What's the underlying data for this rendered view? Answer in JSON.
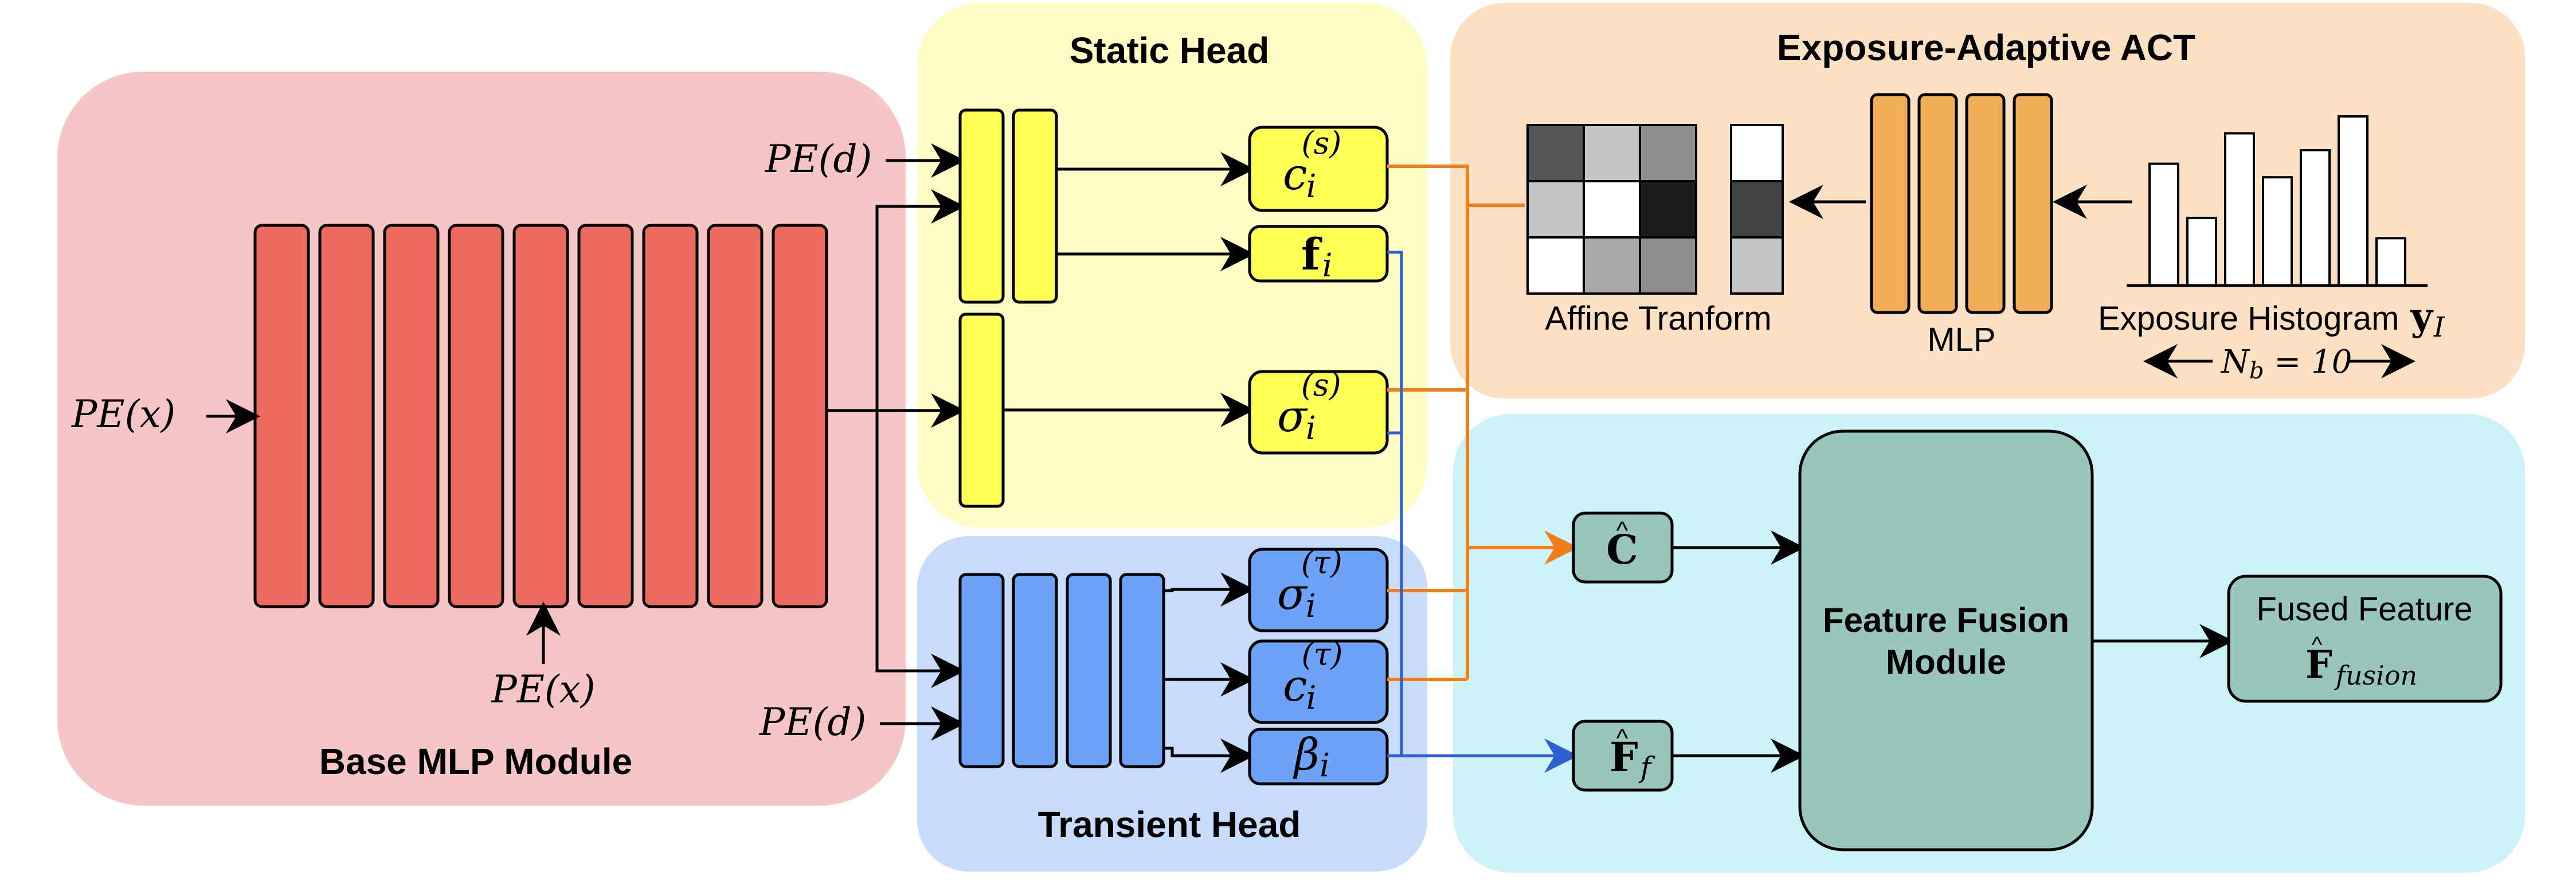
{
  "colors": {
    "base_bg": "#f6c6c6",
    "static_bg": "#fffdc3",
    "transient_bg": "#c7dcfb",
    "exposure_bg": "#fbe0c3",
    "fusion_bg": "#cbf3f8",
    "red_layer": "#ee6a5f",
    "yellow_layer": "#ffff55",
    "blue_layer": "#6ca2f7",
    "orange_layer": "#f2ae57",
    "teal_box": "#98c6bd",
    "orange_arrow": "#f07f1b",
    "blue_arrow": "#2d5ed4"
  },
  "titles": {
    "base": "Base MLP Module",
    "static": "Static Head",
    "transient": "Transient Head",
    "exposure": "Exposure-Adaptive ACT",
    "fusion_module_line1": "Feature Fusion",
    "fusion_module_line2": "Module"
  },
  "inputs": {
    "pe_x_left": "PE(x)",
    "pe_x_bottom": "PE(x)",
    "pe_d_static": "PE(d)",
    "pe_d_transient": "PE(d)"
  },
  "outputs": {
    "c_static": "c",
    "c_static_sub": "i",
    "c_static_sup": "(s)",
    "f_static": "f",
    "f_static_sub": "i",
    "sigma_static": "σ",
    "sigma_static_sub": "i",
    "sigma_static_sup": "(s)",
    "sigma_transient": "σ",
    "sigma_transient_sub": "i",
    "sigma_transient_sup": "(τ)",
    "c_transient": "c",
    "c_transient_sub": "i",
    "c_transient_sup": "(τ)",
    "beta": "β",
    "beta_sub": "i"
  },
  "exposure": {
    "affine_label": "Affine Tranform",
    "mlp_label": "MLP",
    "histogram_label": "Exposure Histogram",
    "histogram_symbol": "y",
    "histogram_symbol_sub": "I",
    "nb_label": "N",
    "nb_sub": "b",
    "nb_value": " = 10",
    "matrix_cells": [
      "#555555",
      "#c4c4c4",
      "#8e8e8e",
      "#c4c4c4",
      "#ffffff",
      "#1c1c1c",
      "#ffffff",
      "#a9a9a9",
      "#8e8e8e"
    ],
    "vector_cells": [
      "#ffffff",
      "#444444",
      "#c4c4c4"
    ],
    "histogram_values": [
      0.72,
      0.4,
      0.9,
      0.64,
      0.8,
      1.0,
      0.28
    ]
  },
  "fusion": {
    "c_hat": "C",
    "f_hat": "F",
    "f_hat_sub": "f",
    "fused_line1": "Fused Feature",
    "fused_symbol": "F",
    "fused_sub": "fusion"
  }
}
